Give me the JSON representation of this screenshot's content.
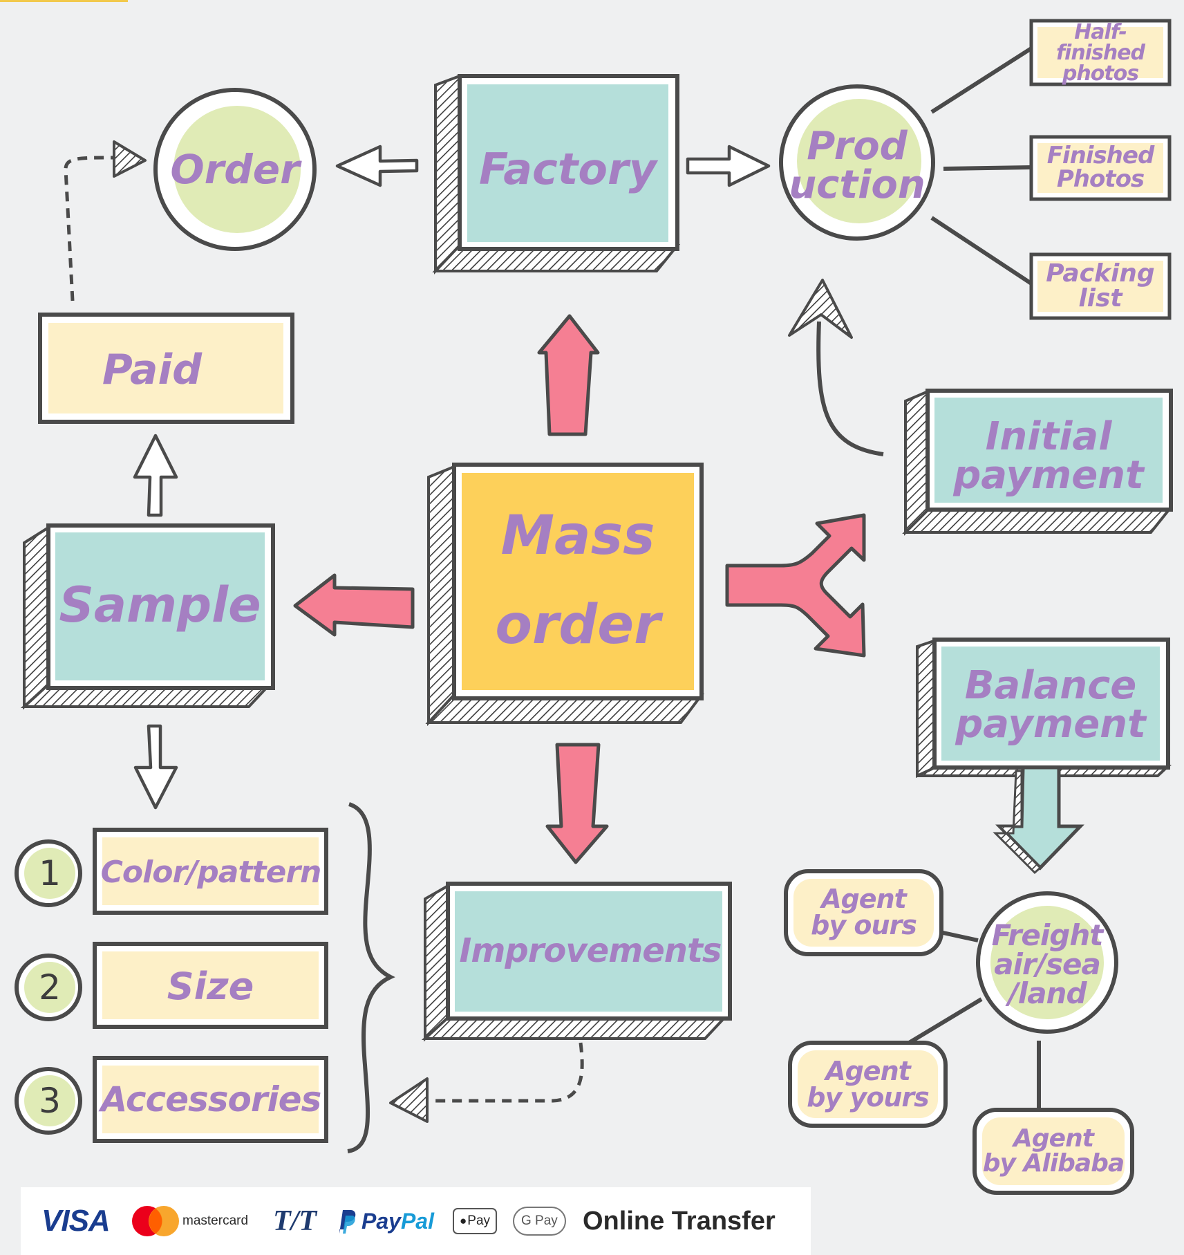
{
  "nodes": {
    "order": "Order",
    "factory": "Factory",
    "production": "Prod\nuction",
    "half_finished": "Half-finished\nphotos",
    "finished": "Finished\nPhotos",
    "packing": "Packing\nlist",
    "paid": "Paid",
    "initial_payment": "Initial\npayment",
    "sample": "Sample",
    "mass_order": "Mass\norder",
    "balance_payment": "Balance\npayment",
    "item_numbers": [
      "1",
      "2",
      "3"
    ],
    "items": [
      "Color/pattern",
      "Size",
      "Accessories"
    ],
    "improvements": "Improvements",
    "agent_ours": "Agent\nby ours",
    "freight": "Freight\nair/sea\n/land",
    "agent_yours": "Agent\nby yours",
    "agent_alibaba": "Agent\nby Alibaba"
  },
  "payment_bar": {
    "visa": "VISA",
    "mastercard": "mastercard",
    "tt": "T/T",
    "paypal_a": "Pay",
    "paypal_b": "Pal",
    "apple_pay": "Pay",
    "google_pay": "G Pay",
    "online": "Online Transfer"
  },
  "colors": {
    "text": "#a57fc2",
    "teal": "#b5dfda",
    "cream": "#fdf0c8",
    "yellow": "#fdd05a",
    "green_circle": "#e0ebb6",
    "pink_arrow": "#f57f93",
    "outline": "#4a4a4a"
  }
}
